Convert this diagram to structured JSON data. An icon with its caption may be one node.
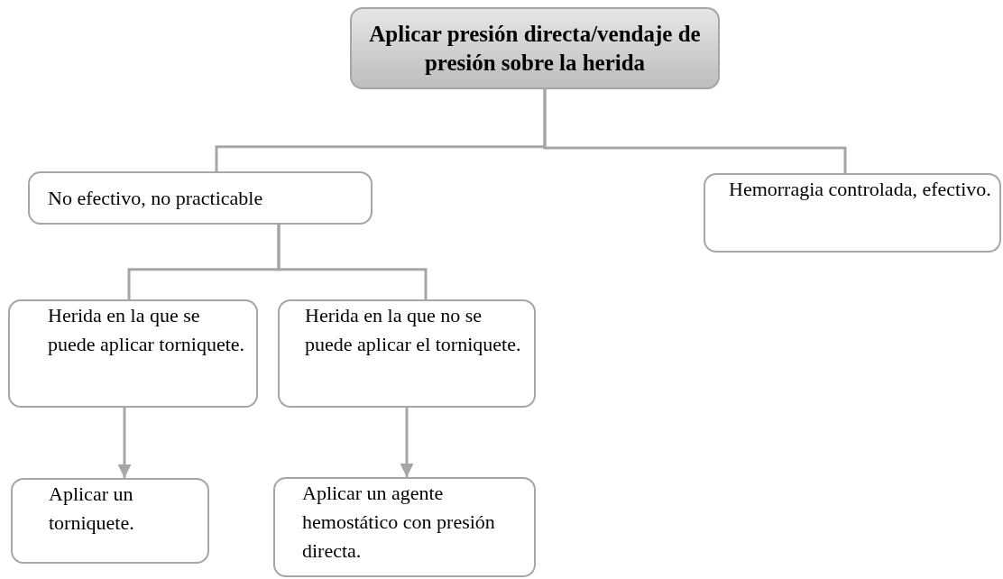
{
  "diagram": {
    "nodes": [
      {
        "text": [
          "Aplicar presión directa/vendaje de presión sobre la herida"
        ]
      },
      {
        "text": [
          "No efectivo, no practicable"
        ]
      },
      {
        "text": [
          "Hemorragia controlada, efectivo."
        ]
      },
      {
        "text": [
          "Herida en la que se puede aplicar torniquete."
        ]
      },
      {
        "text": [
          "Herida en la que no se puede aplicar el torniquete."
        ]
      },
      {
        "text": [
          "Aplicar un torniquete."
        ]
      },
      {
        "text": [
          "Aplicar un agente hemostático con presión directa."
        ]
      }
    ],
    "edges": [
      {
        "from": 0,
        "to": 1,
        "arrow": "none"
      },
      {
        "from": 0,
        "to": 2,
        "arrow": "none"
      },
      {
        "from": 1,
        "to": 3,
        "arrow": "none"
      },
      {
        "from": 1,
        "to": 4,
        "arrow": "none"
      },
      {
        "from": 3,
        "to": 5,
        "arrow": "to"
      },
      {
        "from": 4,
        "to": 6,
        "arrow": "to"
      }
    ]
  }
}
